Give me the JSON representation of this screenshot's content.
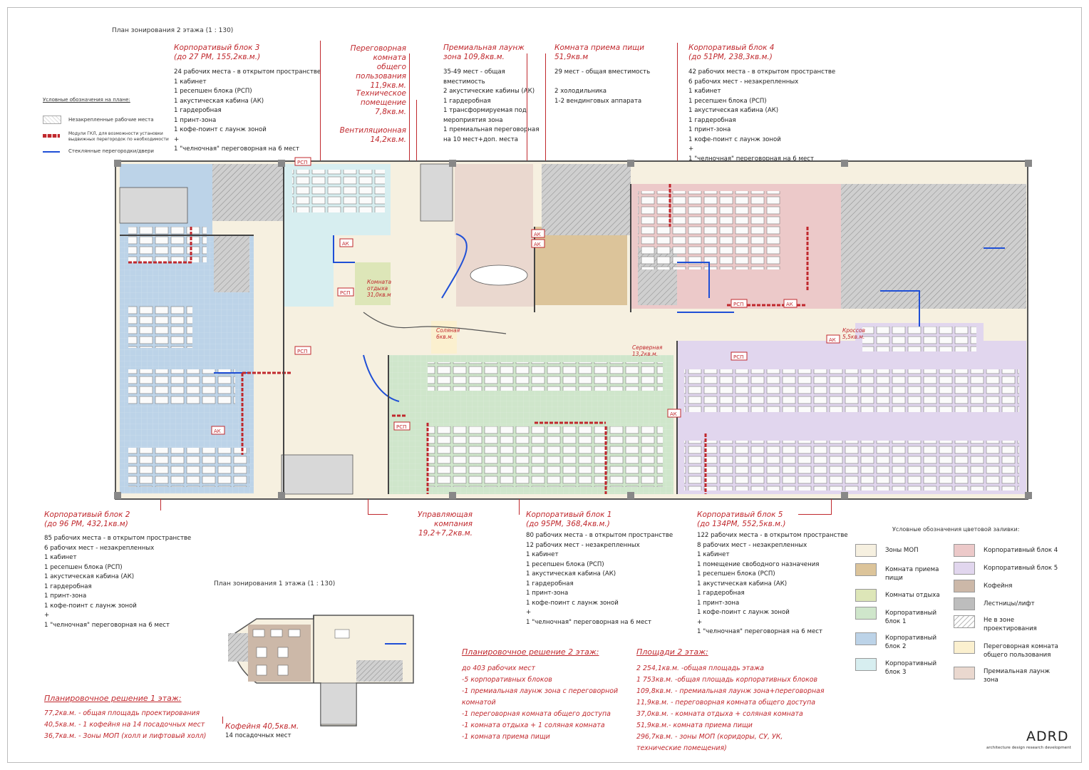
{
  "titles": {
    "floor2": "План зонирования 2 этажа   (1 : 130)",
    "floor1": "План зонирования 1 этажа   (1 : 130)"
  },
  "plan_legend": {
    "title": "Условные обозначения на плане:",
    "items": [
      {
        "label": "Незакрепленные рабочие места"
      },
      {
        "label": "Модули ГКЛ, для возможности установки выдвижных перегородок по необходимости"
      },
      {
        "label": "Стеклянные перегородки/двери"
      }
    ]
  },
  "blocks": {
    "b3": {
      "title1": "Корпоративый блок 3",
      "title2": "(до 27 РМ, 155,2кв.м.)",
      "lines": [
        "24 рабочих места - в открытом пространстве",
        "1 кабинет",
        "1 ресепшен блока (РСП)",
        "1 акустическая кабина (АК)",
        "1 гардеробная",
        "1 принт-зона",
        "1 кофе-поинт с лаунж зоной",
        "+",
        "1 \"челночная\" переговорная на 6 мест"
      ]
    },
    "meeting": {
      "title1": "Переговорная комната",
      "title2": "общего пользования",
      "title3": "11,9кв.м."
    },
    "tech": {
      "title1": "Техническое",
      "title2": "помещение 7,8кв.м."
    },
    "vent": {
      "title1": "Вентиляционная",
      "title2": "14,2кв.м."
    },
    "lounge": {
      "title1": "Премиальная лаунж",
      "title2": "зона 109,8кв.м.",
      "lines": [
        "35-49 мест - общая",
        "вместимость",
        "2 акустические кабины (АК)",
        "1 гардеробная",
        "1 трансформируемая под",
        "мероприятия зона",
        "1 премиальная переговорная",
        "на 10 мест+доп. места"
      ]
    },
    "food": {
      "title1": "Комната приема пищи",
      "title2": "51,9кв.м",
      "lines": [
        "29 мест - общая вместимость",
        "",
        "2 холодильника",
        "1-2 вендинговых аппарата"
      ]
    },
    "b4": {
      "title1": "Корпоративый блок 4",
      "title2": "(до 51РМ, 238,3кв.м.)",
      "lines": [
        "42 рабочих места - в открытом пространстве",
        "6 рабочих мест - незакрепленных",
        "1 кабинет",
        "1 ресепшен блока (РСП)",
        "1 акустическая кабина (АК)",
        "1 гардеробная",
        "1 принт-зона",
        "1 кофе-поинт с лаунж зоной",
        "+",
        "1 \"челночная\" переговорная на 6 мест"
      ]
    },
    "b2": {
      "title1": "Корпоративый блок 2",
      "title2": "(до 96 РМ, 432,1кв.м)",
      "lines": [
        "85 рабочих места - в открытом пространстве",
        "6 рабочих мест - незакрепленных",
        "1 кабинет",
        "1 ресепшен блока (РСП)",
        "1 акустическая кабина (АК)",
        "1 гардеробная",
        "1 принт-зона",
        "1 кофе-поинт с лаунж зоной",
        "+",
        "1 \"челночная\" переговорная на 6 мест"
      ]
    },
    "uk": {
      "title1": "Управляющая",
      "title2": "компания 19,2+7,2кв.м."
    },
    "b1": {
      "title1": "Корпоративый блок 1",
      "title2": "(до 95РМ, 368,4кв.м.)",
      "lines": [
        "80 рабочих места - в открытом пространстве",
        "12 рабочих мест - незакрепленных",
        "1 кабинет",
        "1 ресепшен блока (РСП)",
        "1 акустическая кабина (АК)",
        "1 гардеробная",
        "1 принт-зона",
        "1 кофе-поинт с лаунж зоной",
        "+",
        "1 \"челночная\" переговорная на 6 мест"
      ]
    },
    "b5": {
      "title1": "Корпоративый блок 5",
      "title2": "(до 134РМ, 552,5кв.м.)",
      "lines": [
        "122 рабочих места - в открытом пространстве",
        "8 рабочих мест - незакрепленных",
        "1 кабинет",
        "1 помещение свободного назначения",
        "1 ресепшен блока (РСП)",
        "1 акустическая кабина (АК)",
        "1 гардеробная",
        "1 принт-зона",
        "1 кофе-поинт с лаунж зоной",
        "+",
        "1 \"челночная\" переговорная на 6 мест"
      ]
    },
    "cafe": {
      "title1": "Кофейня 40,5кв.м.",
      "line": "14 посадочных мест"
    }
  },
  "plan_labels": {
    "rest": [
      "Комната",
      "отдыха",
      "31,0кв.м"
    ],
    "salt": [
      "Соляная",
      "6кв.м."
    ],
    "server": [
      "Серверная",
      "13,2кв.м."
    ],
    "cross": [
      "Кроссов",
      "5,5кв.м."
    ],
    "ak": "АК",
    "rsp": "РСП"
  },
  "decision1": {
    "title": "Планировочное решение 1 этаж:",
    "lines": [
      "77,2кв.м. - общая площадь проектирования",
      "40,5кв.м. - 1 кофейня на 14 посадочных мест",
      "36,7кв.м. - Зоны МОП (холл и лифтовый холл)"
    ]
  },
  "decision2": {
    "title": "Планировочное решение 2 этаж:",
    "lines": [
      "до 403 рабочих мест",
      "-5 корпоративных блоков",
      "-1 премиальная лаунж зона с переговорной",
      "комнатой",
      "-1 переговорная комната общего доступа",
      "-1 комната отдыха + 1 соляная комната",
      "-1 комната приема пищи"
    ]
  },
  "areas2": {
    "title": "Площади 2 этаж:",
    "lines": [
      "2 254,1кв.м. -общая площадь этажа",
      "1 753кв.м. -общая площадь корпоративных блоков",
      "109,8кв.м. - премиальная лаунж зона+переговорная",
      "11,9кв.м. - переговорная комната общего доступа",
      "37,0кв.м. - комната отдыха + соляная комната",
      "51,9кв.м.- комната приема пищи",
      "296,7кв.м. - зоны МОП (коридоры, СУ, УК,",
      "технические помещения)"
    ]
  },
  "color_legend": {
    "title": "Условные обозначения цветовой заливки:",
    "left": [
      {
        "label": "Зоны МОП",
        "color": "#f6f0e0"
      },
      {
        "label": "Комната приема пищи",
        "color": "#dcc49a"
      },
      {
        "label": "Комнаты отдыха",
        "color": "#dde6b8"
      },
      {
        "label": "Корпоративный блок 1",
        "color": "#cfe6cb"
      },
      {
        "label": "Корпоративный блок 2",
        "color": "#bcd3e8"
      },
      {
        "label": "Корпоративный блок 3",
        "color": "#d7eef0"
      }
    ],
    "right": [
      {
        "label": "Корпоративный блок 4",
        "color": "#ecc9c9"
      },
      {
        "label": "Корпоративный блок 5",
        "color": "#e1d6ee"
      },
      {
        "label": "Кофейня",
        "color": "#ccb8a8"
      },
      {
        "label": "Лестницы/лифт",
        "color": "#bdbdbd"
      },
      {
        "label": "Не в зоне проектирования",
        "color": "#ffffff"
      },
      {
        "label": "Переговорная комната общего пользования",
        "color": "#fbf0cf"
      },
      {
        "label": "Премиальная лаунж зона",
        "color": "#ead8cf"
      }
    ]
  },
  "logo": {
    "name": "ADRD",
    "subtitle": "architecture design research development"
  }
}
